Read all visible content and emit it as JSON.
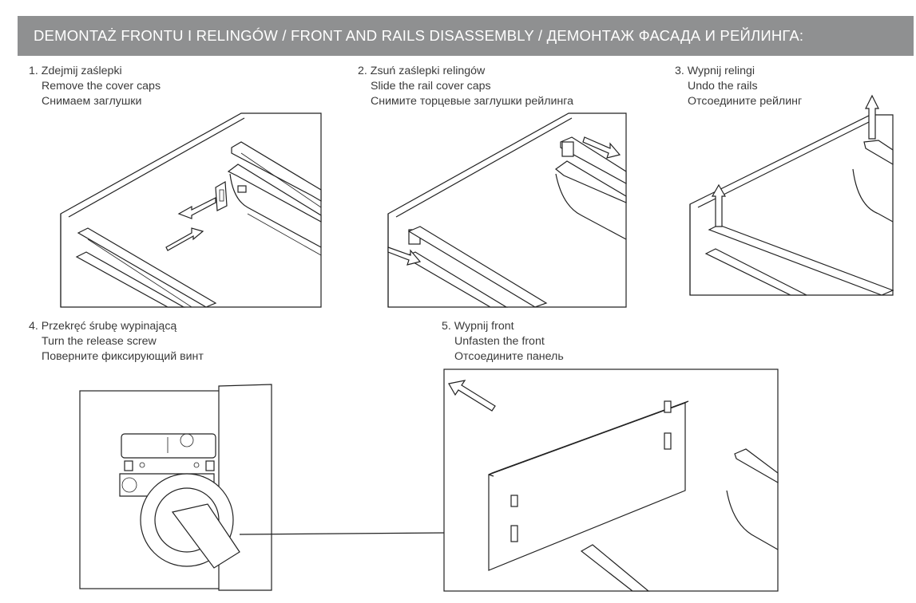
{
  "header": {
    "title": "DEMONTAŻ FRONTU I RELINGÓW / FRONT AND RAILS DISASSEMBLY / ДЕМОНТАЖ ФАСАДА И РЕЙЛИНГА:"
  },
  "steps": [
    {
      "pl": "1. Zdejmij zaślepki",
      "en": "Remove the cover caps",
      "ru": "Снимаем заглушки"
    },
    {
      "pl": "2. Zsuń zaślepki relingów",
      "en": "Slide the rail cover caps",
      "ru": "Снимите торцевые заглушки рейлинга"
    },
    {
      "pl": "3. Wypnij relingi",
      "en": "Undo the rails",
      "ru": "Отсоедините рейлинг"
    },
    {
      "pl": "4. Przekręć śrubę wypinającą",
      "en": "Turn the release screw",
      "ru": "Поверните фиксирующий винт"
    },
    {
      "pl": "5. Wypnij front",
      "en": "Unfasten the front",
      "ru": "Отсоедините панель"
    }
  ],
  "colors": {
    "banner": "#8f9091",
    "banner_text": "#ffffff",
    "line": "#222222"
  }
}
